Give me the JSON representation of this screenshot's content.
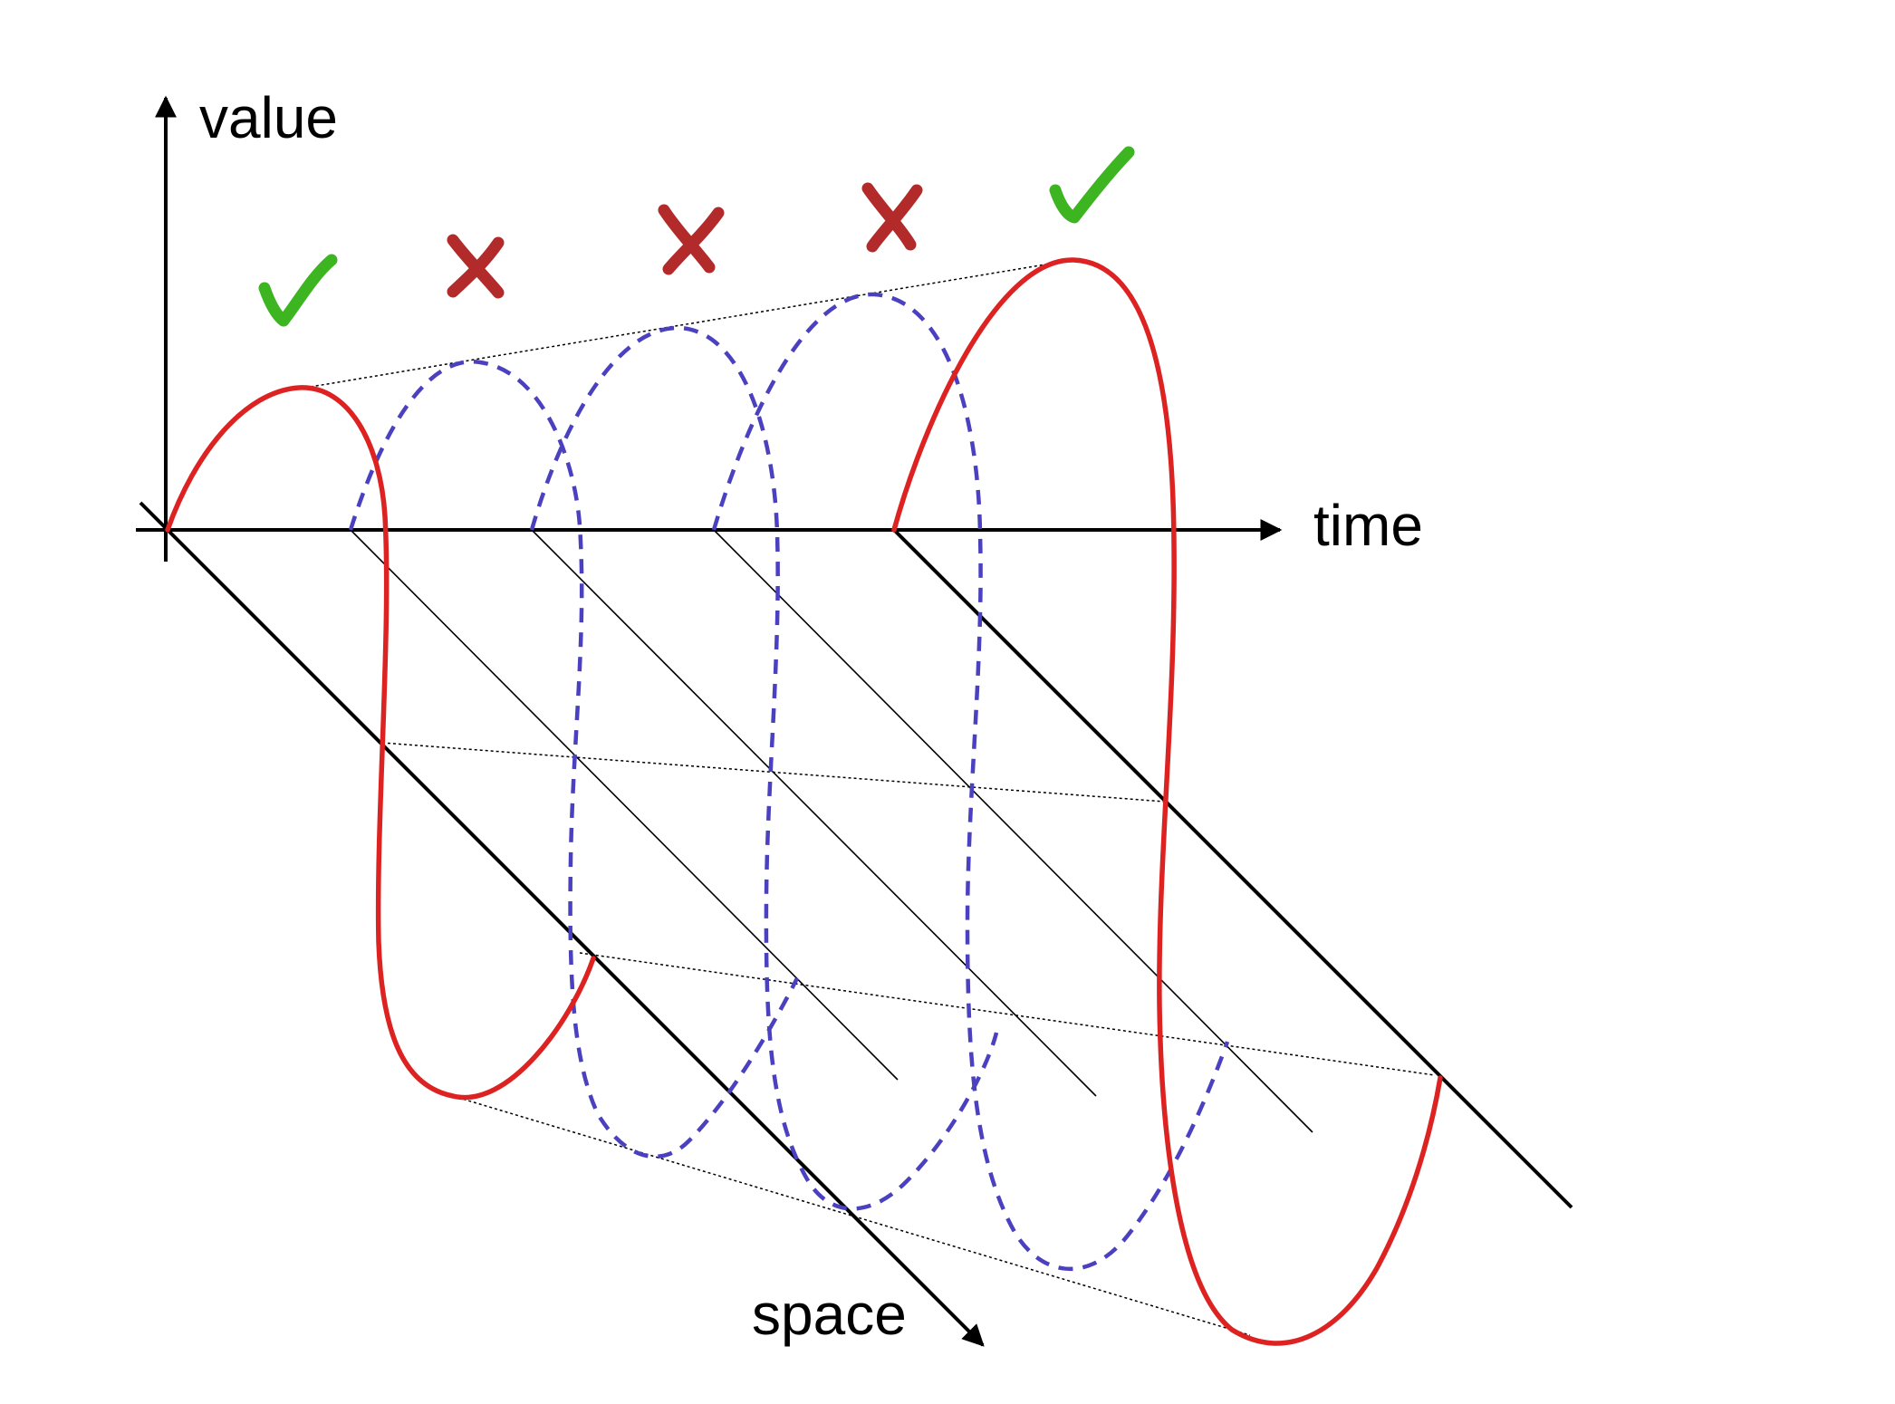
{
  "labels": {
    "value": "value",
    "time": "time",
    "space": "space"
  },
  "colors": {
    "sampled": "#dd2222",
    "unsampled": "#4a40c0",
    "check": "#3cb521",
    "cross": "#b22a2a",
    "axis": "#000000"
  },
  "marks": [
    {
      "position": 1,
      "icon": "check-icon",
      "status": "valid"
    },
    {
      "position": 2,
      "icon": "cross-icon",
      "status": "invalid"
    },
    {
      "position": 3,
      "icon": "cross-icon",
      "status": "invalid"
    },
    {
      "position": 4,
      "icon": "cross-icon",
      "status": "invalid"
    },
    {
      "position": 5,
      "icon": "check-icon",
      "status": "valid"
    }
  ]
}
